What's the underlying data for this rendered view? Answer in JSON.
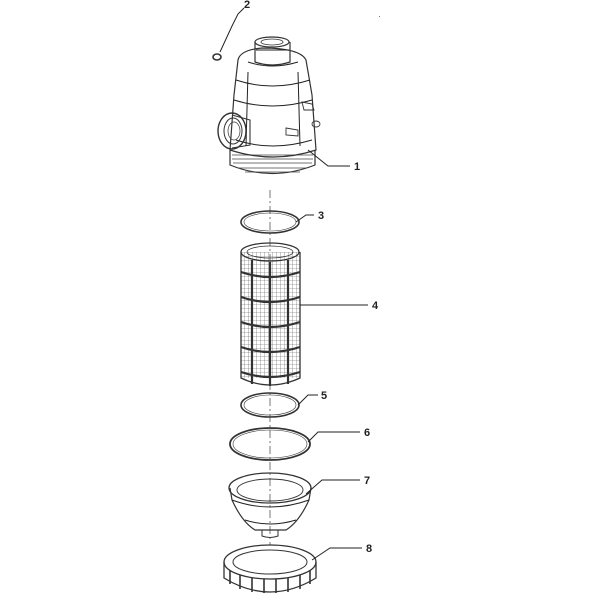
{
  "diagram": {
    "callouts": [
      {
        "id": "1",
        "label": "1"
      },
      {
        "id": "2",
        "label": "2"
      },
      {
        "id": "3",
        "label": "3"
      },
      {
        "id": "4",
        "label": "4"
      },
      {
        "id": "5",
        "label": "5"
      },
      {
        "id": "6",
        "label": "6"
      },
      {
        "id": "7",
        "label": "7"
      },
      {
        "id": "8",
        "label": "8"
      }
    ],
    "colors": {
      "line": "#333333",
      "background": "#ffffff"
    }
  }
}
